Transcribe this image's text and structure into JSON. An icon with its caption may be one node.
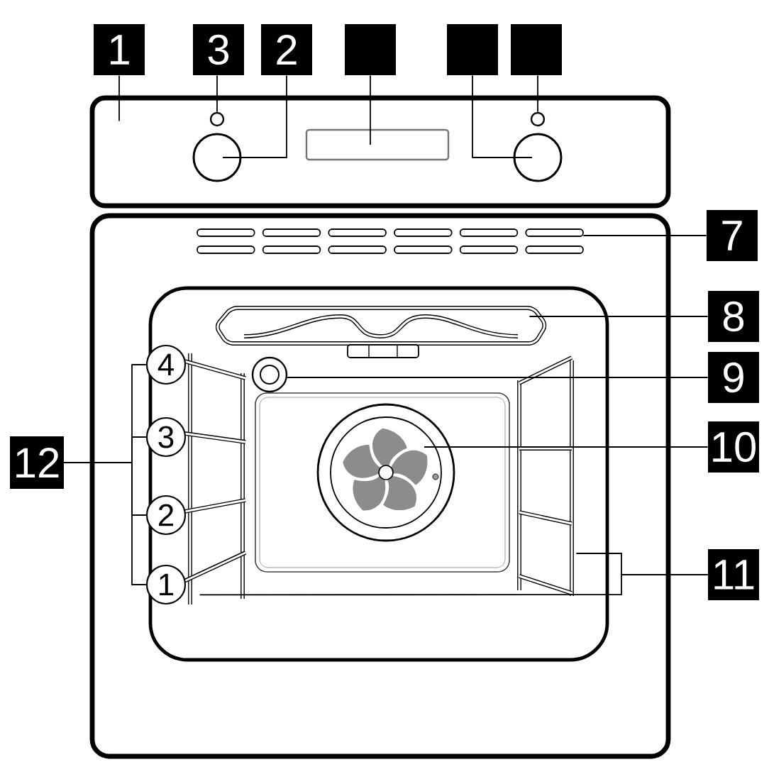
{
  "diagram": {
    "nodes": [
      {
        "text": [
          "1"
        ]
      },
      {
        "text": [
          "3"
        ]
      },
      {
        "text": [
          "2"
        ]
      },
      {
        "text": [],
        "shape": "box"
      },
      {
        "text": [],
        "shape": "box"
      },
      {
        "text": [],
        "shape": "box"
      },
      {
        "text": [
          "7"
        ]
      },
      {
        "text": [
          "8"
        ]
      },
      {
        "text": [
          "9"
        ]
      },
      {
        "text": [
          "10"
        ]
      },
      {
        "text": [
          "11"
        ]
      },
      {
        "text": [
          "12"
        ]
      },
      {
        "text": [],
        "shape": "box"
      },
      {
        "text": [],
        "shape": "circle",
        "in": 12
      },
      {
        "text": [],
        "shape": "circle",
        "in": 12
      },
      {
        "text": [],
        "shape": "box",
        "in": 12
      },
      {
        "text": [],
        "shape": "circle",
        "in": 12
      },
      {
        "text": [],
        "shape": "circle",
        "in": 12
      },
      {
        "text": [],
        "shape": "picture"
      },
      {
        "text": [],
        "shape": "picture"
      },
      {
        "text": [],
        "shape": "circle"
      },
      {
        "text": [],
        "shape": "circle"
      },
      {
        "text": [],
        "shape": "picture"
      },
      {
        "text": [],
        "shape": "picture"
      },
      {
        "text": [
          "4"
        ]
      },
      {
        "text": [
          "3"
        ]
      },
      {
        "text": [
          "2"
        ]
      },
      {
        "text": [
          "1"
        ]
      }
    ],
    "edges": [
      {
        "from": 0,
        "to": 12,
        "arrow": "none"
      },
      {
        "from": 1,
        "to": 13,
        "arrow": "none"
      },
      {
        "from": 2,
        "to": 14,
        "arrow": "none"
      },
      {
        "from": 3,
        "to": 15,
        "arrow": "none"
      },
      {
        "from": 4,
        "to": 16,
        "arrow": "none"
      },
      {
        "from": 5,
        "to": 17,
        "arrow": "none"
      },
      {
        "from": 6,
        "to": 18,
        "arrow": "none"
      },
      {
        "from": 7,
        "to": 19,
        "arrow": "none"
      },
      {
        "from": 8,
        "to": 20,
        "arrow": "none"
      },
      {
        "from": 9,
        "to": 21,
        "arrow": "none"
      },
      {
        "from": 10,
        "to": 22,
        "arrow": "none"
      },
      {
        "from": 10,
        "to": 23,
        "arrow": "none"
      },
      {
        "from": 11,
        "to": 24,
        "arrow": "none"
      },
      {
        "from": 11,
        "to": 25,
        "arrow": "none"
      },
      {
        "from": 11,
        "to": 26,
        "arrow": "none"
      },
      {
        "from": 11,
        "to": 27,
        "arrow": "none"
      }
    ]
  }
}
